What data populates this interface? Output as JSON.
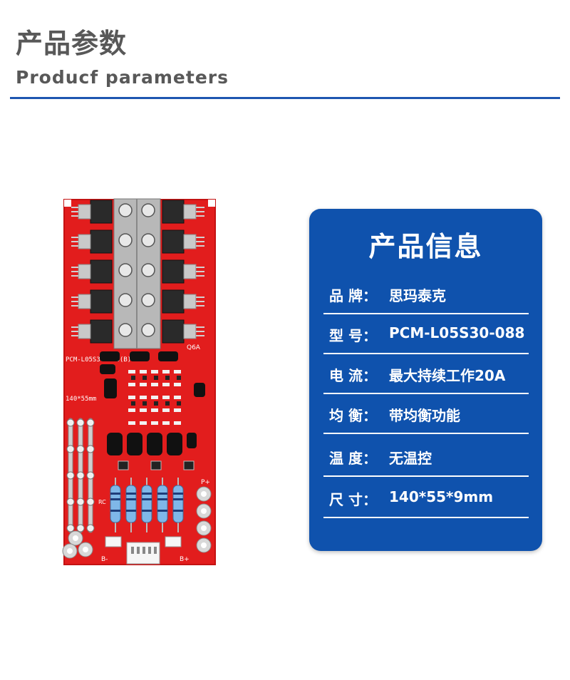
{
  "header": {
    "title_cn": "产品参数",
    "title_en": "Producf  parameters"
  },
  "colors": {
    "heading_text": "#585858",
    "accent_blue": "#1e56b0",
    "card_bg": "#0f52ad",
    "pcb_red": "#e62020"
  },
  "board": {
    "silkscreen_model": "PCM-L05S30-088(B)",
    "silkscreen_size": "140*55mm",
    "label_bminus": "B-",
    "label_bplus": "B+",
    "label_pplus": "P+",
    "label_q6a": "Q6A",
    "label_rc": "RC"
  },
  "info": {
    "title": "产品信息",
    "rows": [
      {
        "label": "品 牌：",
        "value": "思玛泰克"
      },
      {
        "label": "型  号：",
        "value": "PCM-L05S30-088"
      },
      {
        "label": "电   流：",
        "value": "最大持续工作20A"
      },
      {
        "label": "均   衡：",
        "value": "带均衡功能"
      },
      {
        "label": "温   度：",
        "value": "无温控"
      },
      {
        "label": "尺   寸：",
        "value": "140*55*9mm"
      }
    ]
  }
}
